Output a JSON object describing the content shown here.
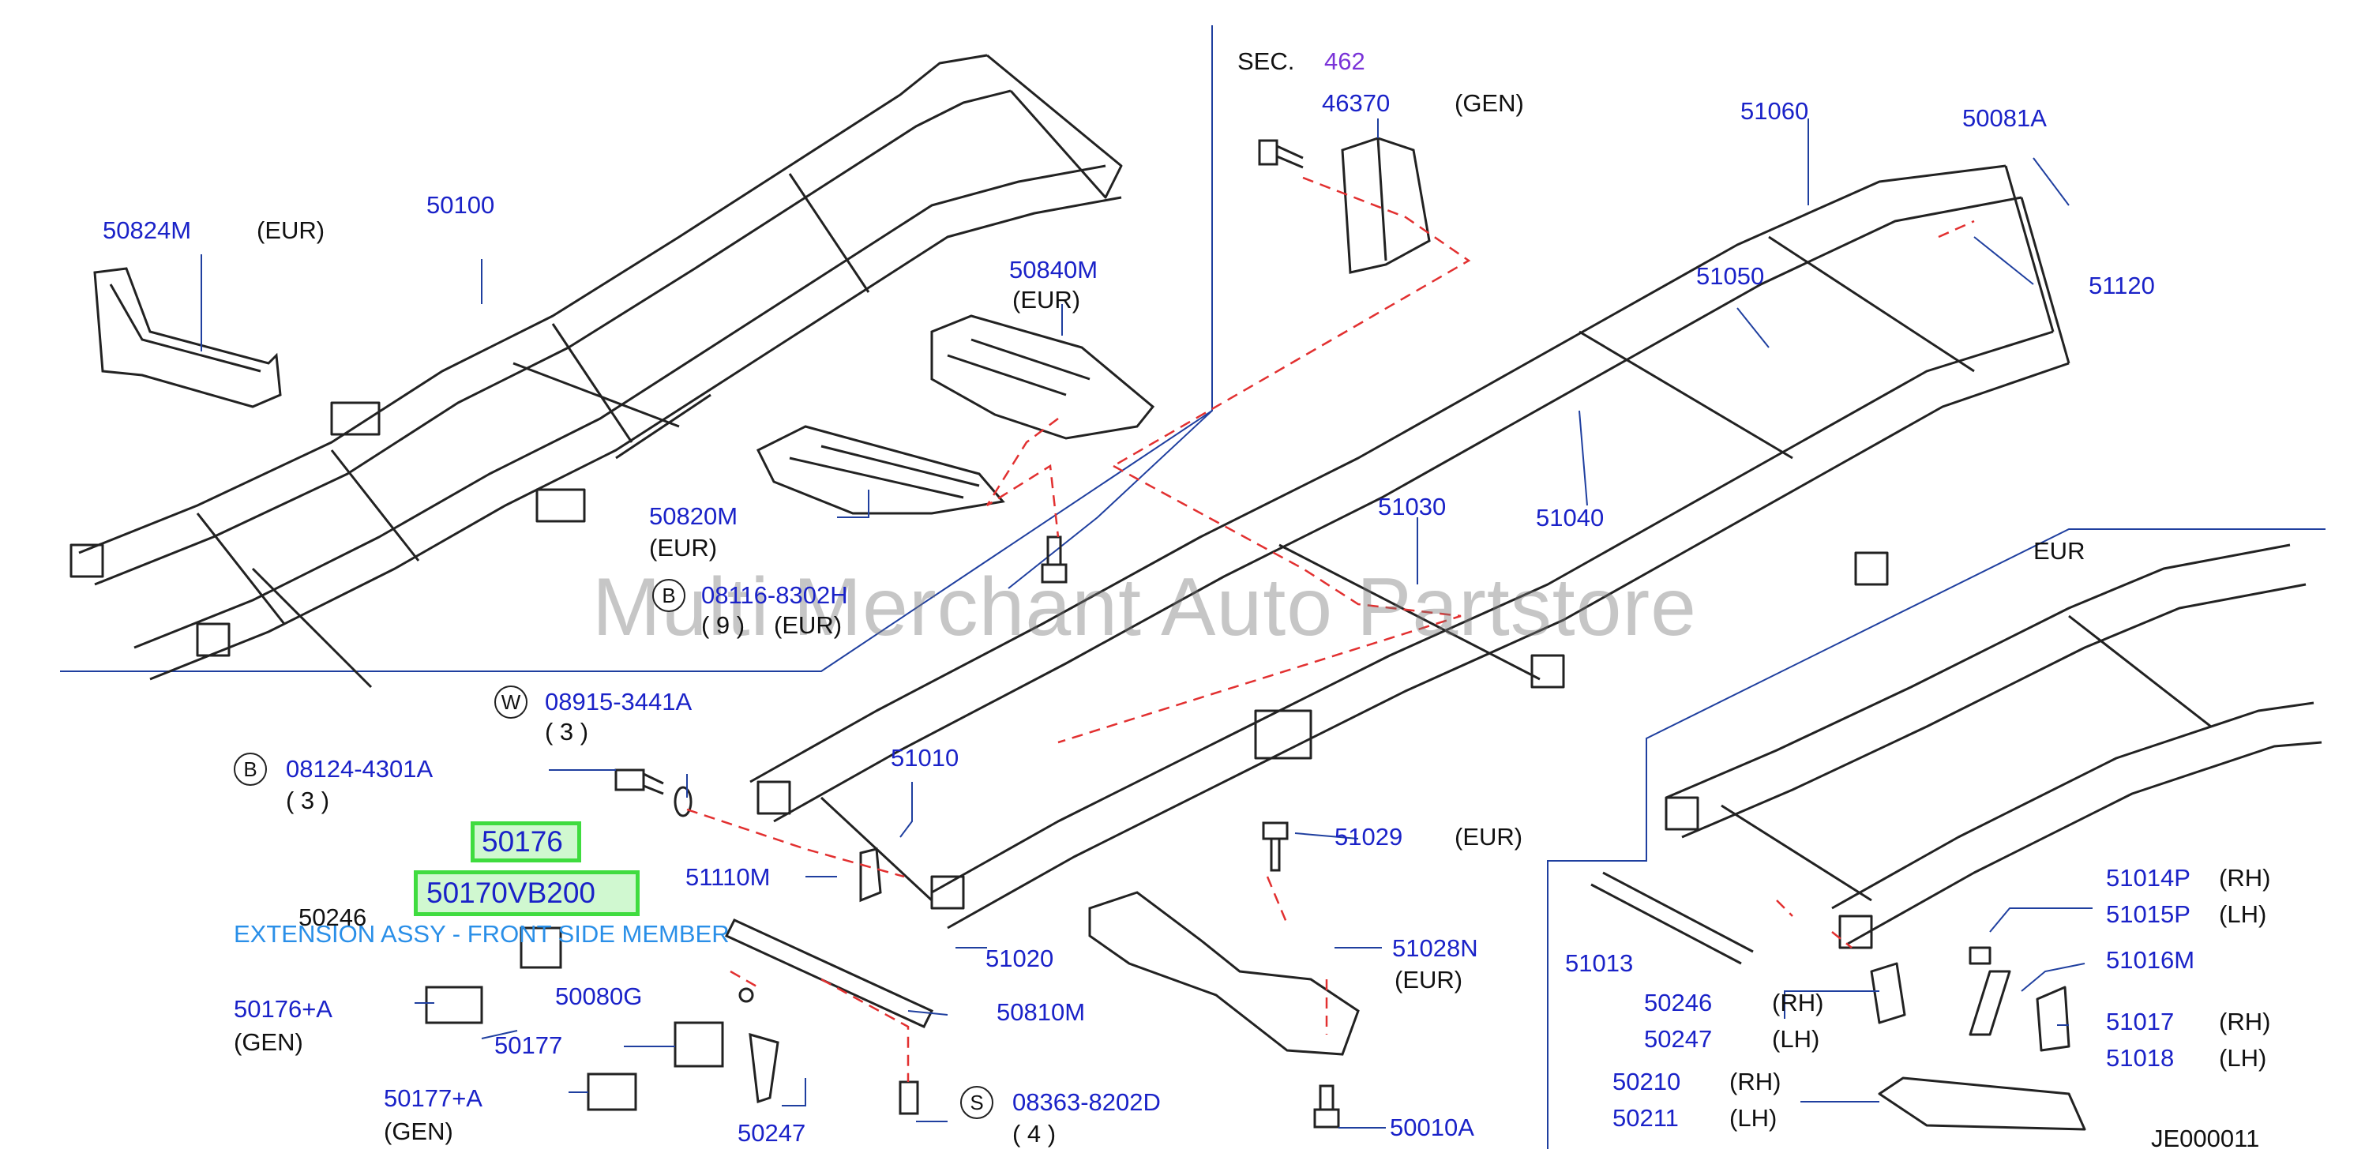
{
  "watermark": "Multi Merchant Auto Partstore",
  "diagram_code": "JE000011",
  "highlight": {
    "part_number": "50176",
    "search_code": "50170VB200",
    "description": "EXTENSION ASSY - FRONT SIDE MEMBER"
  },
  "section": {
    "prefix": "SEC.",
    "number": "462"
  },
  "region": {
    "eur": "EUR"
  },
  "labels": {
    "p50824M": "50824M",
    "p50824M_note": "(EUR)",
    "p50100": "50100",
    "p50840M": "50840M",
    "p50840M_note": "(EUR)",
    "p50820M": "50820M",
    "p50820M_note": "(EUR)",
    "p08116_letter": "B",
    "p08116": "08116-8302H",
    "p08116_qty": "( 9 )",
    "p08116_note": "(EUR)",
    "p46370": "46370",
    "p46370_note": "(GEN)",
    "p51060": "51060",
    "p50081A": "50081A",
    "p51120": "51120",
    "p51050": "51050",
    "p51030": "51030",
    "p51040": "51040",
    "p08915_letter": "W",
    "p08915": "08915-3441A",
    "p08915_qty": "( 3 )",
    "p08124_letter": "B",
    "p08124": "08124-4301A",
    "p08124_qty": "( 3 )",
    "p51010": "51010",
    "p50246": "50246",
    "p51110M": "51110M",
    "p50176A": "50176+A",
    "p50176A_note": "(GEN)",
    "p50080G": "50080G",
    "p50177": "50177",
    "p50177A": "50177+A",
    "p50177A_note": "(GEN)",
    "p50247": "50247",
    "p51020": "51020",
    "p50810M": "50810M",
    "p08363_letter": "S",
    "p08363": "08363-8202D",
    "p08363_qty": "( 4 )",
    "p51029": "51029",
    "p51029_note": "(EUR)",
    "p51028N": "51028N",
    "p51028N_note": "(EUR)",
    "p50010A": "50010A",
    "p51013": "51013",
    "p50246b": "50246",
    "p50246b_side": "(RH)",
    "p50247b": "50247",
    "p50247b_side": "(LH)",
    "p50210": "50210",
    "p50210_side": "(RH)",
    "p50211": "50211",
    "p50211_side": "(LH)",
    "p51014P": "51014P",
    "p51014P_side": "(RH)",
    "p51015P": "51015P",
    "p51015P_side": "(LH)",
    "p51016M": "51016M",
    "p51017": "51017",
    "p51017_side": "(RH)",
    "p51018": "51018",
    "p51018_side": "(LH)"
  }
}
